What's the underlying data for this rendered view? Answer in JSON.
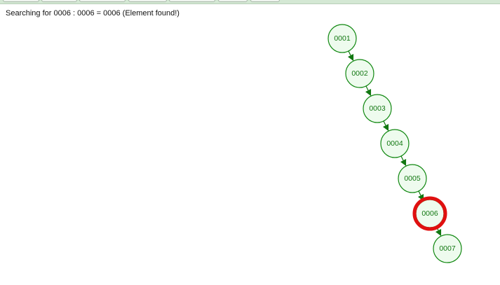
{
  "status": {
    "message": "Searching for 0006 : 0006 = 0006 (Element found!)"
  },
  "tree": {
    "nodes": [
      {
        "label": "0001"
      },
      {
        "label": "0002"
      },
      {
        "label": "0003"
      },
      {
        "label": "0004"
      },
      {
        "label": "0005"
      },
      {
        "label": "0006",
        "highlighted": true
      },
      {
        "label": "0007"
      }
    ],
    "colors": {
      "node_fill": "#eefbee",
      "node_stroke": "#118811",
      "text": "#117711",
      "highlight": "#e01010"
    }
  }
}
